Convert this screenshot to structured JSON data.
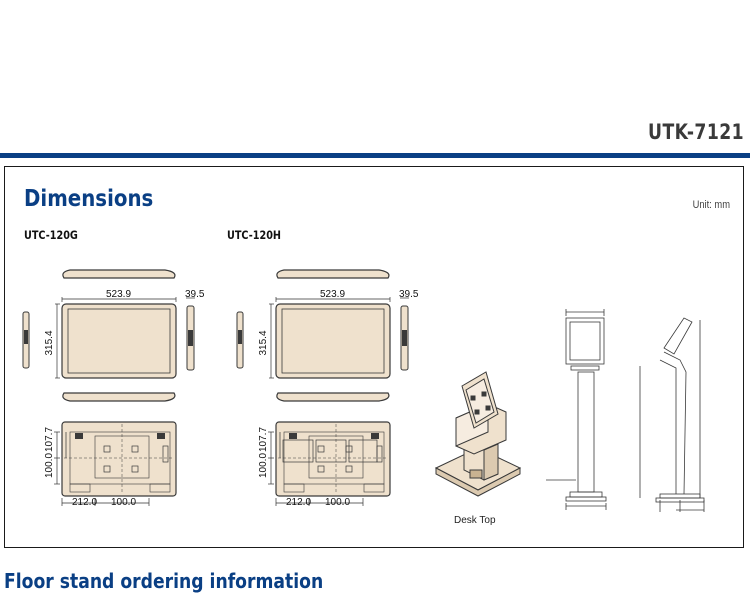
{
  "header": {
    "product": "UTK-7121"
  },
  "dimensions": {
    "title": "Dimensions",
    "unit": "Unit: mm",
    "models": [
      {
        "name": "UTC-120G",
        "width": "523.9",
        "depth": "39.5",
        "height": "315.4",
        "mount_h1": "100.0",
        "mount_h2": "107.7",
        "mount_w1": "212.0",
        "mount_w2": "100.0"
      },
      {
        "name": "UTC-120H",
        "width": "523.9",
        "depth": "39.5",
        "height": "315.4",
        "mount_h1": "100.0",
        "mount_h2": "107.7",
        "mount_w1": "212.0",
        "mount_w2": "100.0"
      }
    ],
    "stand_caption": "Desk Top"
  },
  "footer": {
    "title": "Floor stand ordering information"
  },
  "colors": {
    "brand": "#0a3f84",
    "fill": "#efe1cd",
    "line": "#3a3a3a"
  }
}
